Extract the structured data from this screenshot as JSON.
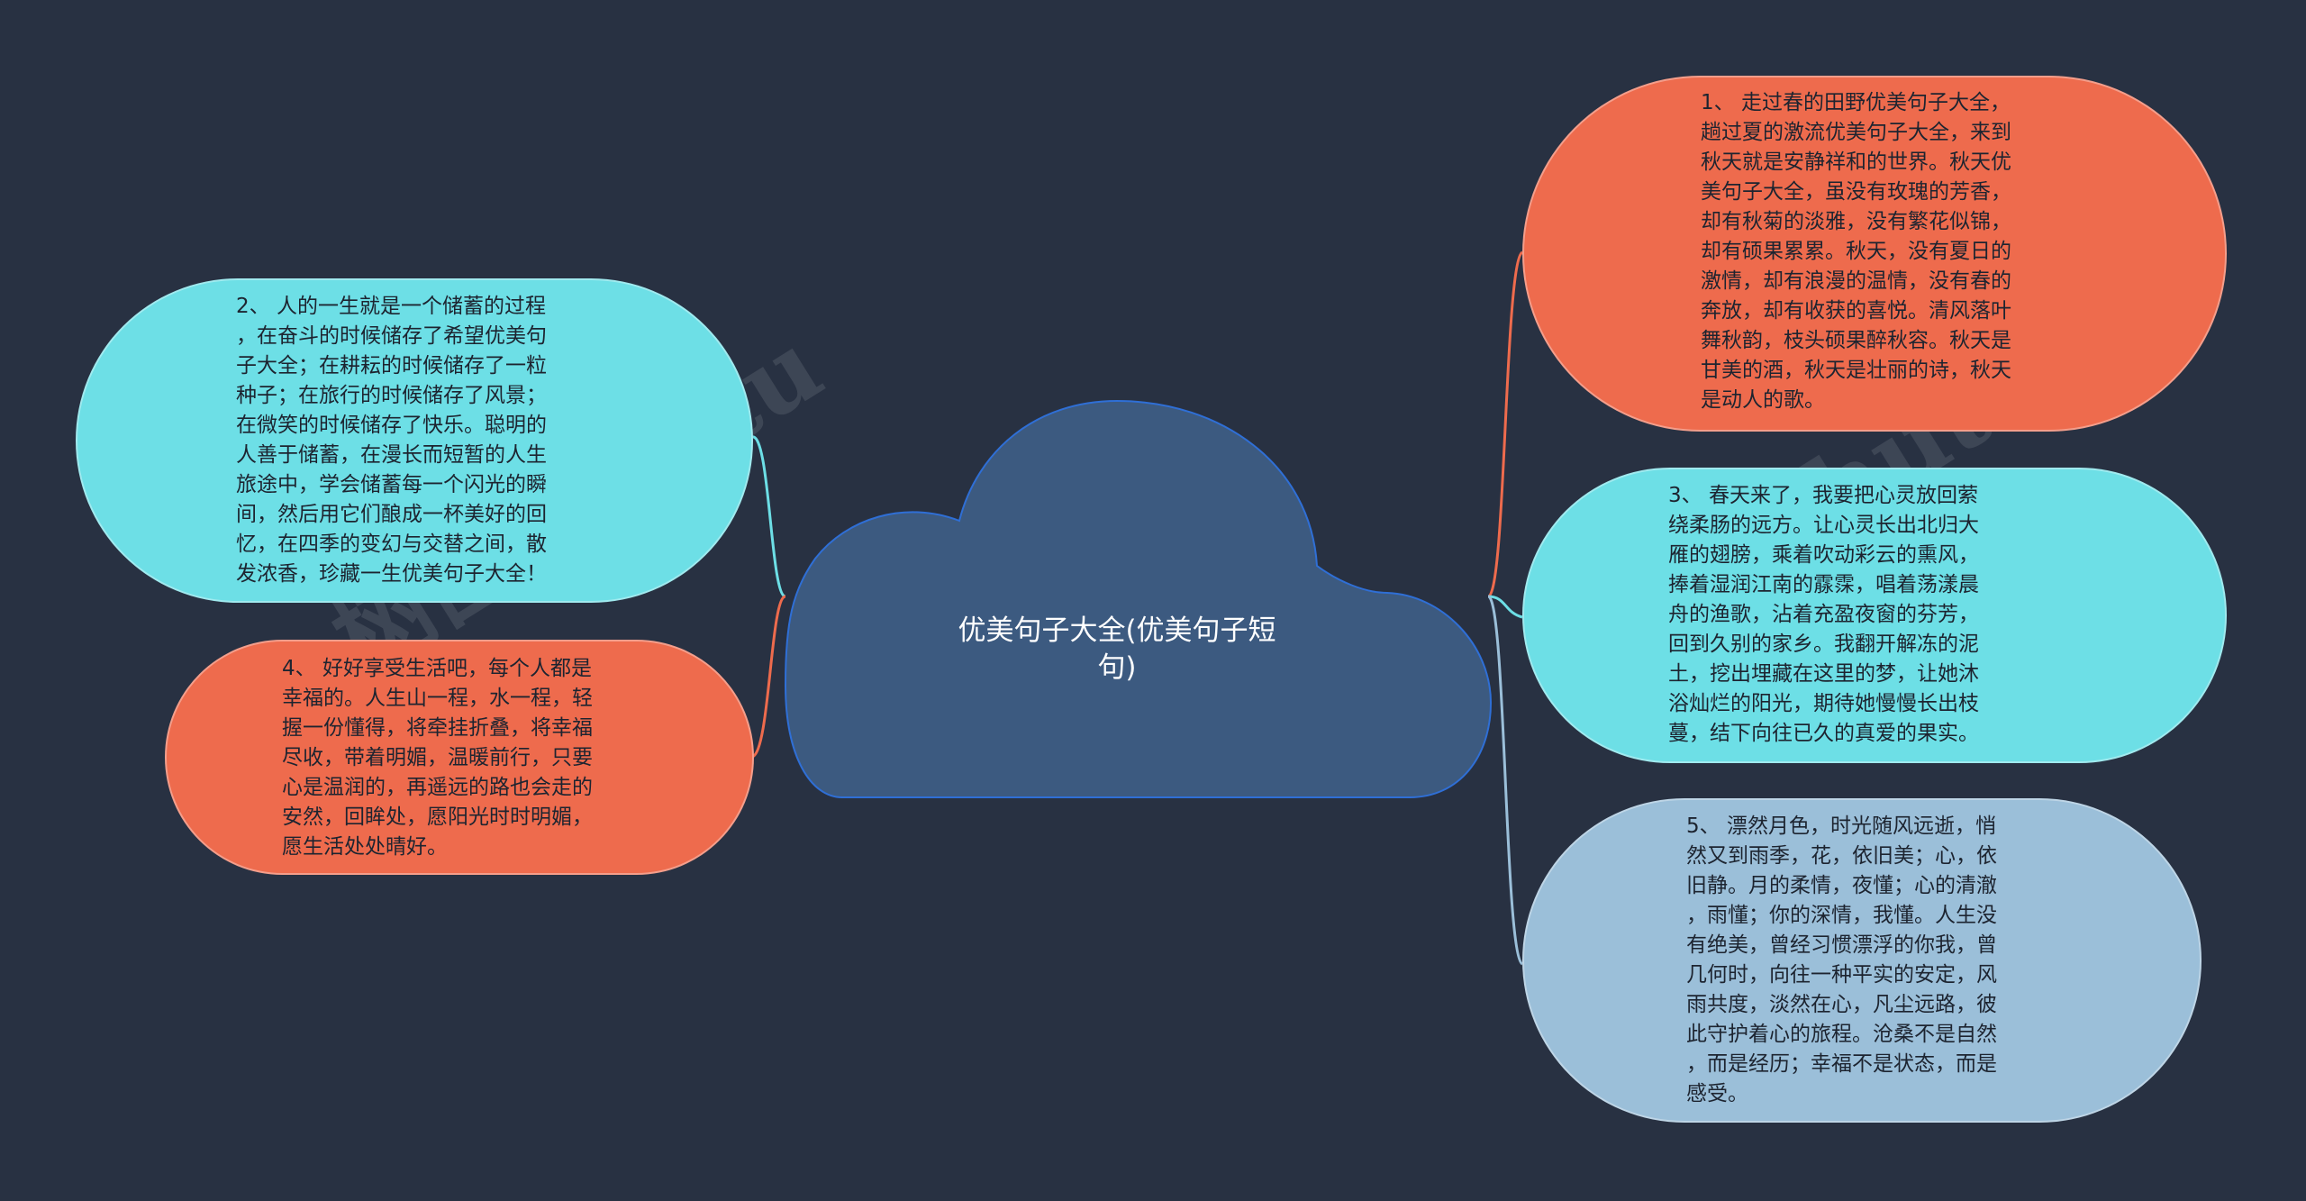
{
  "center": {
    "label": "优美句子大全(优美句子短\n句)",
    "fill": "#3c5a80",
    "stroke": "#2f6fd6"
  },
  "nodes": {
    "n1": {
      "text": "1、 走过春的田野优美句子大全，\n趟过夏的激流优美句子大全，来到\n秋天就是安静祥和的世界。秋天优\n美句子大全，虽没有玫瑰的芳香，\n却有秋菊的淡雅，没有繁花似锦，\n却有硕果累累。秋天，没有夏日的\n激情，却有浪漫的温情，没有春的\n奔放，却有收获的喜悦。清风落叶\n舞秋韵，枝头硕果醉秋容。秋天是\n甘美的酒，秋天是壮丽的诗，秋天\n是动人的歌。",
      "color": "#ee6b4d"
    },
    "n2": {
      "text": "2、 人的一生就是一个储蓄的过程\n，在奋斗的时候储存了希望优美句\n子大全；在耕耘的时候储存了一粒\n种子；在旅行的时候储存了风景；\n在微笑的时候储存了快乐。聪明的\n人善于储蓄，在漫长而短暂的人生\n旅途中，学会储蓄每一个闪光的瞬\n间，然后用它们酿成一杯美好的回\n忆，在四季的变幻与交替之间，散\n发浓香，珍藏一生优美句子大全！",
      "color": "#6ddfe6"
    },
    "n3": {
      "text": "3、 春天来了，我要把心灵放回萦\n绕柔肠的远方。让心灵长出北归大\n雁的翅膀，乘着吹动彩云的熏风，\n捧着湿润江南的霡霂，唱着荡漾晨\n舟的渔歌，沾着充盈夜窗的芬芳，\n回到久别的家乡。我翻开解冻的泥\n土，挖出埋藏在这里的梦，让她沐\n浴灿烂的阳光，期待她慢慢长出枝\n蔓，结下向往已久的真爱的果实。",
      "color": "#6ddfe6"
    },
    "n4": {
      "text": "4、 好好享受生活吧，每个人都是\n幸福的。人生山一程，水一程，轻\n握一份懂得，将牵挂折叠，将幸福\n尽收，带着明媚，温暖前行，只要\n心是温润的，再遥远的路也会走的\n安然，回眸处，愿阳光时时明媚，\n愿生活处处晴好。",
      "color": "#ee6b4d"
    },
    "n5": {
      "text": "5、 漂然月色，时光随风远逝，悄\n然又到雨季，花，依旧美；心，依\n旧静。月的柔情，夜懂；心的清澈\n，雨懂；你的深情，我懂。人生没\n有绝美，曾经习惯漂浮的你我，曾\n几何时，向往一种平实的安定，风\n雨共度，淡然在心，凡尘远路，彼\n此守护着心的旅程。沧桑不是自然\n，而是经历；幸福不是状态，而是\n感受。",
      "color": "#9bbfd9"
    }
  },
  "connectors": {
    "orange": "#ee6b4d",
    "cyan": "#6ddfe6",
    "blue": "#9bbfd9"
  },
  "watermark": [
    "树图 shutu",
    "树图 shutu.cn"
  ]
}
